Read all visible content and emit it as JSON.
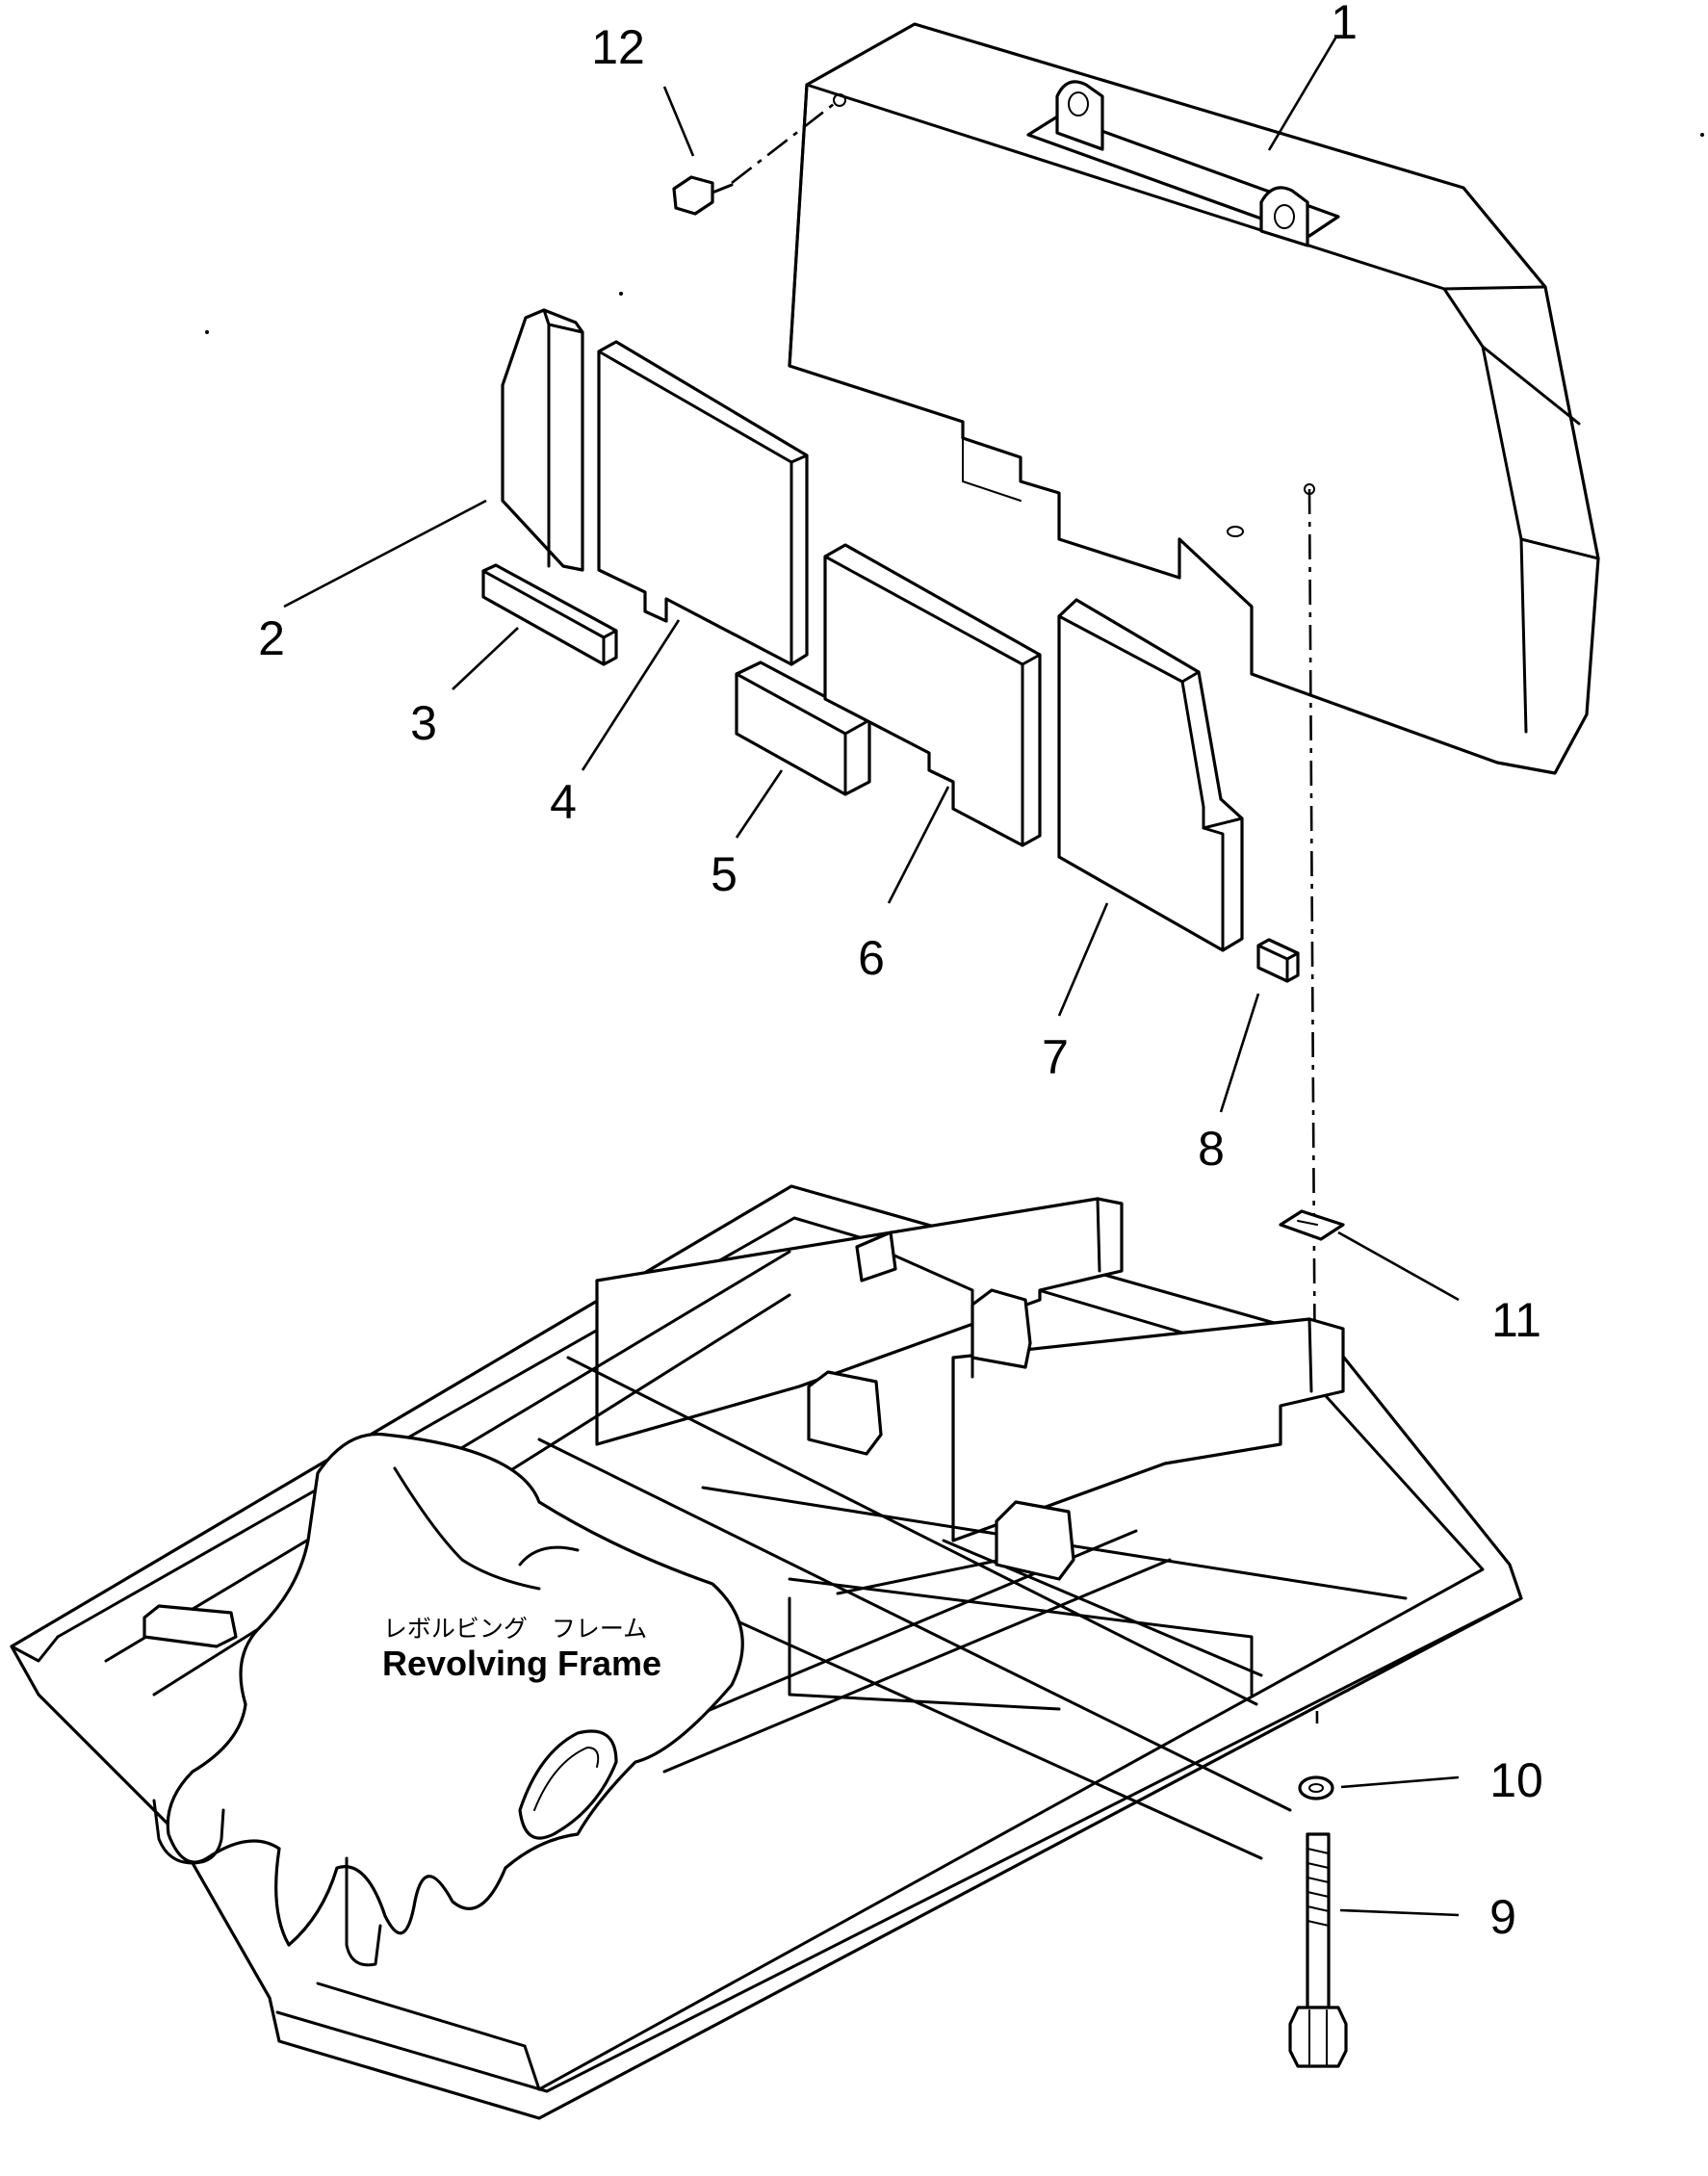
{
  "callouts": [
    "1",
    "2",
    "3",
    "4",
    "5",
    "6",
    "7",
    "8",
    "9",
    "10",
    "11",
    "12"
  ],
  "frame_label": {
    "jp": "レボルビング　フレーム",
    "en": "Revolving Frame"
  },
  "parts": [
    "counterweight",
    "spacer-plate",
    "spacer-bar",
    "shim-plate",
    "block",
    "shim-plate",
    "shim-plate",
    "small-block",
    "bolt",
    "washer",
    "shim",
    "plug"
  ]
}
